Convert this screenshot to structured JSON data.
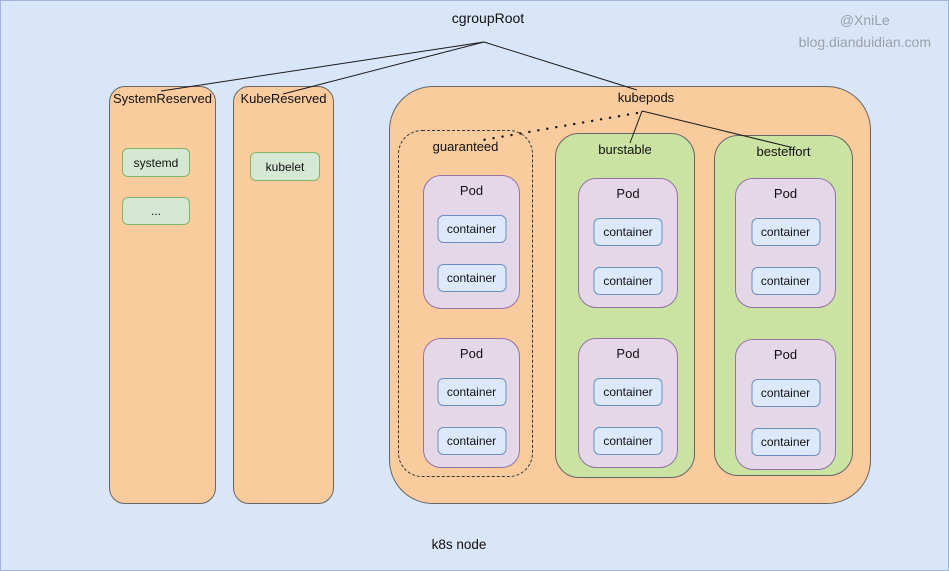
{
  "root_label": "cgroupRoot",
  "watermark": {
    "handle": "@XniLe",
    "site": "blog.dianduidian.com"
  },
  "node_label": "k8s node",
  "system_reserved": {
    "label": "SystemReserved",
    "items": [
      "systemd",
      "..."
    ]
  },
  "kube_reserved": {
    "label": "KubeReserved",
    "items": [
      "kubelet"
    ]
  },
  "kubepods": {
    "label": "kubepods",
    "qos": [
      {
        "label": "guaranteed",
        "style": "dashed",
        "pods": [
          {
            "label": "Pod",
            "containers": [
              "container",
              "container"
            ]
          },
          {
            "label": "Pod",
            "containers": [
              "container",
              "container"
            ]
          }
        ]
      },
      {
        "label": "burstable",
        "style": "green",
        "pods": [
          {
            "label": "Pod",
            "containers": [
              "container",
              "container"
            ]
          },
          {
            "label": "Pod",
            "containers": [
              "container",
              "container"
            ]
          }
        ]
      },
      {
        "label": "besteffort",
        "style": "green",
        "pods": [
          {
            "label": "Pod",
            "containers": [
              "container",
              "container"
            ]
          },
          {
            "label": "Pod",
            "containers": [
              "container",
              "container"
            ]
          }
        ]
      }
    ]
  },
  "colors": {
    "background": "#D9E5F9",
    "node_fill": "#F9CB9D",
    "qos_green_fill": "#CBE3A2",
    "pod_fill": "#E4D7E8",
    "pod_border": "#9673A6",
    "container_fill": "#DCE9FC",
    "container_border": "#6C8EBF",
    "reserved_item_fill": "#D5E8D4",
    "reserved_item_border": "#82B366",
    "line": "#1A1A1A",
    "watermark_text": "#9AA1AB"
  }
}
